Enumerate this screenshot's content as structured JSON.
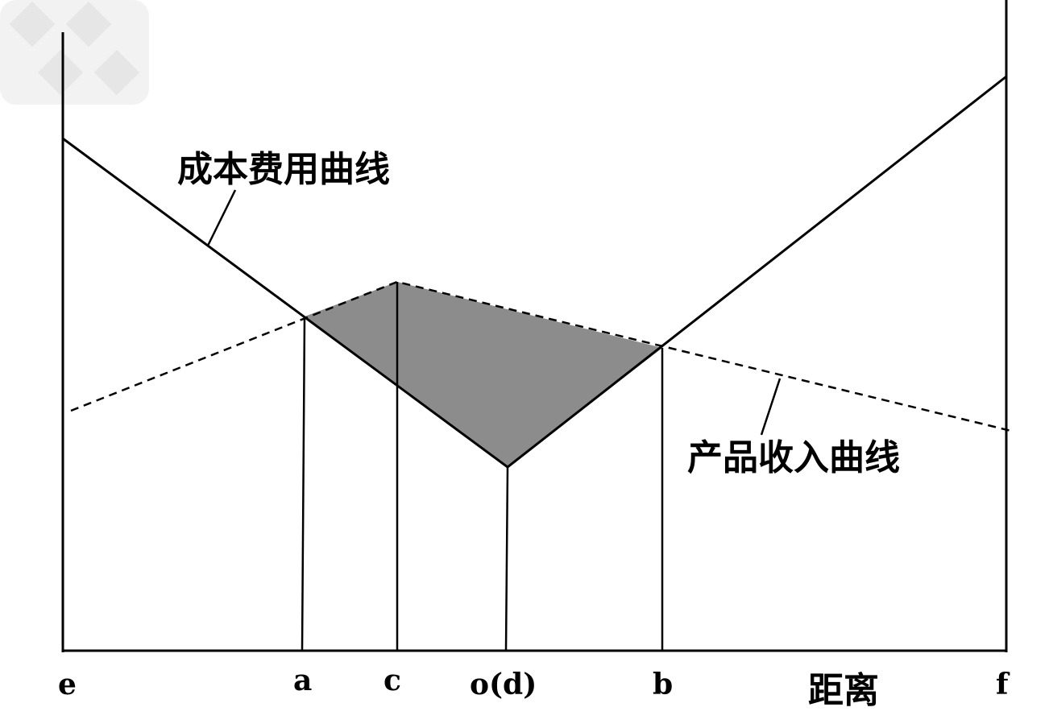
{
  "diagram": {
    "cost_curve_label": "成本费用曲线",
    "revenue_curve_label": "产品收入曲线",
    "axis_label": "距离",
    "points": {
      "e": "e",
      "a": "a",
      "c": "c",
      "o": "o(d)",
      "b": "b",
      "f": "f"
    },
    "colors": {
      "line": "#000000",
      "shaded_region": "#8c8c8c",
      "watermark": "#eeeeee"
    }
  }
}
